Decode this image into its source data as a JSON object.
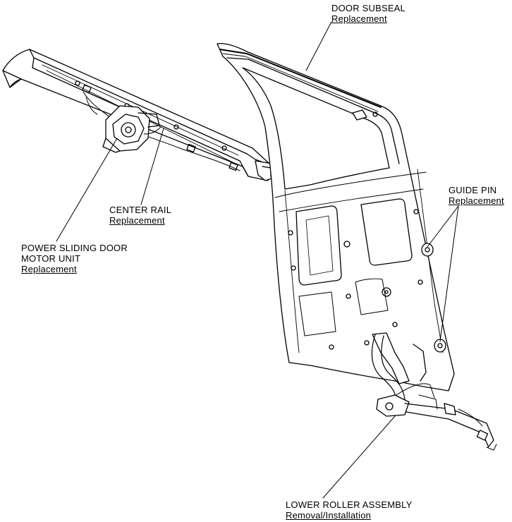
{
  "callouts": {
    "door_subseal": {
      "title": "DOOR SUBSEAL",
      "link": "Replacement"
    },
    "guide_pin": {
      "title": "GUIDE PIN",
      "link": "Replacement"
    },
    "center_rail": {
      "title": "CENTER RAIL",
      "link": "Replacement"
    },
    "motor_unit": {
      "title_line1": "POWER SLIDING DOOR",
      "title_line2": "MOTOR UNIT",
      "link": "Replacement"
    },
    "lower_roller": {
      "title": "LOWER ROLLER ASSEMBLY",
      "link": "Removal/Installation"
    }
  },
  "colors": {
    "line": "#000000",
    "fill": "#ffffff",
    "shade": "#e6e6e6"
  }
}
